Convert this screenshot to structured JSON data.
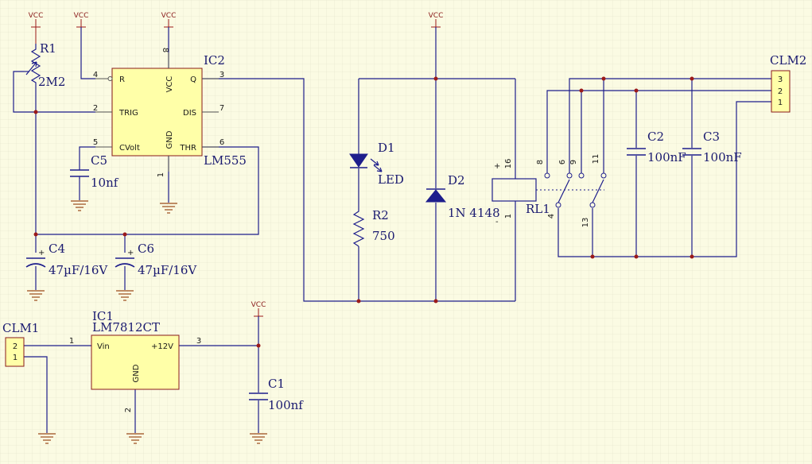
{
  "vcc_label": "VCC",
  "colors": {
    "background": "#fbfbe3",
    "grid": "#e2e2c9",
    "wire": "#1e1e8c",
    "part_fill": "#ffffa8",
    "part_outline": "#8a1a1a",
    "label": "#1a1a70"
  },
  "r1": {
    "ref": "R1",
    "value": "2M2"
  },
  "ic2": {
    "ref": "IC2",
    "type": "LM555",
    "pin_labels": {
      "r": "R",
      "trig": "TRIG",
      "cvolt": "CVolt",
      "vcc": "VCC",
      "gnd": "GND",
      "q": "Q",
      "dis": "DIS",
      "thr": "THR"
    },
    "pins": {
      "p1": "1",
      "p2": "2",
      "p3": "3",
      "p4": "4",
      "p5": "5",
      "p6": "6",
      "p7": "7",
      "p8": "8"
    }
  },
  "c5": {
    "ref": "C5",
    "value": "10nf"
  },
  "c4": {
    "ref": "C4",
    "value": "47µF/16V"
  },
  "c6": {
    "ref": "C6",
    "value": "47µF/16V"
  },
  "d1": {
    "ref": "D1",
    "value": "LED"
  },
  "r2": {
    "ref": "R2",
    "value": "750"
  },
  "d2": {
    "ref": "D2",
    "value": "1N 4148"
  },
  "rl1": {
    "ref": "RL1",
    "pins": {
      "p16": "16",
      "p1": "1",
      "p8": "8",
      "p6": "6",
      "p9": "9",
      "p11": "11",
      "p4": "4",
      "p13": "13"
    },
    "plus": "+",
    "minus": "-"
  },
  "c2": {
    "ref": "C2",
    "value": "100nF"
  },
  "c3": {
    "ref": "C3",
    "value": "100nF"
  },
  "clm2": {
    "ref": "CLM2",
    "pins": [
      "3",
      "2",
      "1"
    ]
  },
  "clm1": {
    "ref": "CLM1",
    "pins": [
      "2",
      "1"
    ]
  },
  "ic1": {
    "ref": "IC1",
    "type": "LM7812CT",
    "pin_labels": {
      "vin": "Vin",
      "out": "+12V",
      "gnd": "GND"
    },
    "pins": {
      "p1": "1",
      "p2": "2",
      "p3": "3"
    }
  },
  "c1": {
    "ref": "C1",
    "value": "100nf"
  }
}
